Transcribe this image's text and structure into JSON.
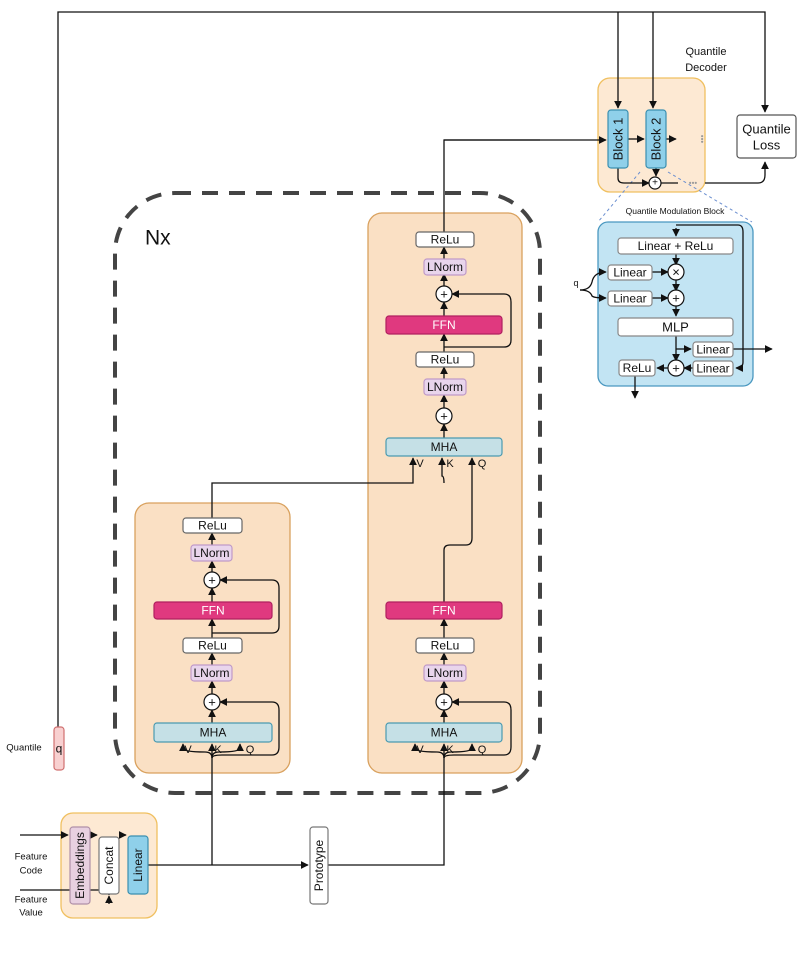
{
  "decoder": {
    "title_line1": "Quantile",
    "title_line2": "Decoder",
    "block1": "Block 1",
    "block2": "Block 2",
    "ellipsis": "•••",
    "loss_line1": "Quantile",
    "loss_line2": "Loss"
  },
  "modulation": {
    "title": "Quantile Modulation Block",
    "linear_relu": "Linear + ReLu",
    "linear": "Linear",
    "mlp": "MLP",
    "relu": "ReLu",
    "q": "q",
    "times": "×",
    "plus": "+"
  },
  "encoder": {
    "nx": "Nx",
    "relu": "ReLu",
    "lnorm": "LNorm",
    "ffn": "FFN",
    "mha": "MHA",
    "plus": "+",
    "v": "V",
    "k": "K",
    "q": "Q"
  },
  "inputs": {
    "quantile": "Quantile",
    "q": "q",
    "feature_code_line1": "Feature",
    "feature_code_line2": "Code",
    "feature_value_line1": "Feature",
    "feature_value_line2": "Value",
    "embeddings": "Embeddings",
    "concat": "Concat",
    "linear": "Linear",
    "prototype": "Prototype"
  },
  "colors": {
    "panel_fill": "#fae0c4",
    "panel_stroke": "#d9a15e",
    "decoder_fill": "#fde9d3",
    "decoder_stroke": "#f0c060",
    "ffn": "#e0397f",
    "lnorm": "#e9d5ec",
    "mha": "#c5e0e6",
    "block_blue": "#8fd0ea",
    "mod_fill": "#c2e4f3",
    "embeddings": "#e8d0e0",
    "quantile_q": "#f8d0d0"
  }
}
